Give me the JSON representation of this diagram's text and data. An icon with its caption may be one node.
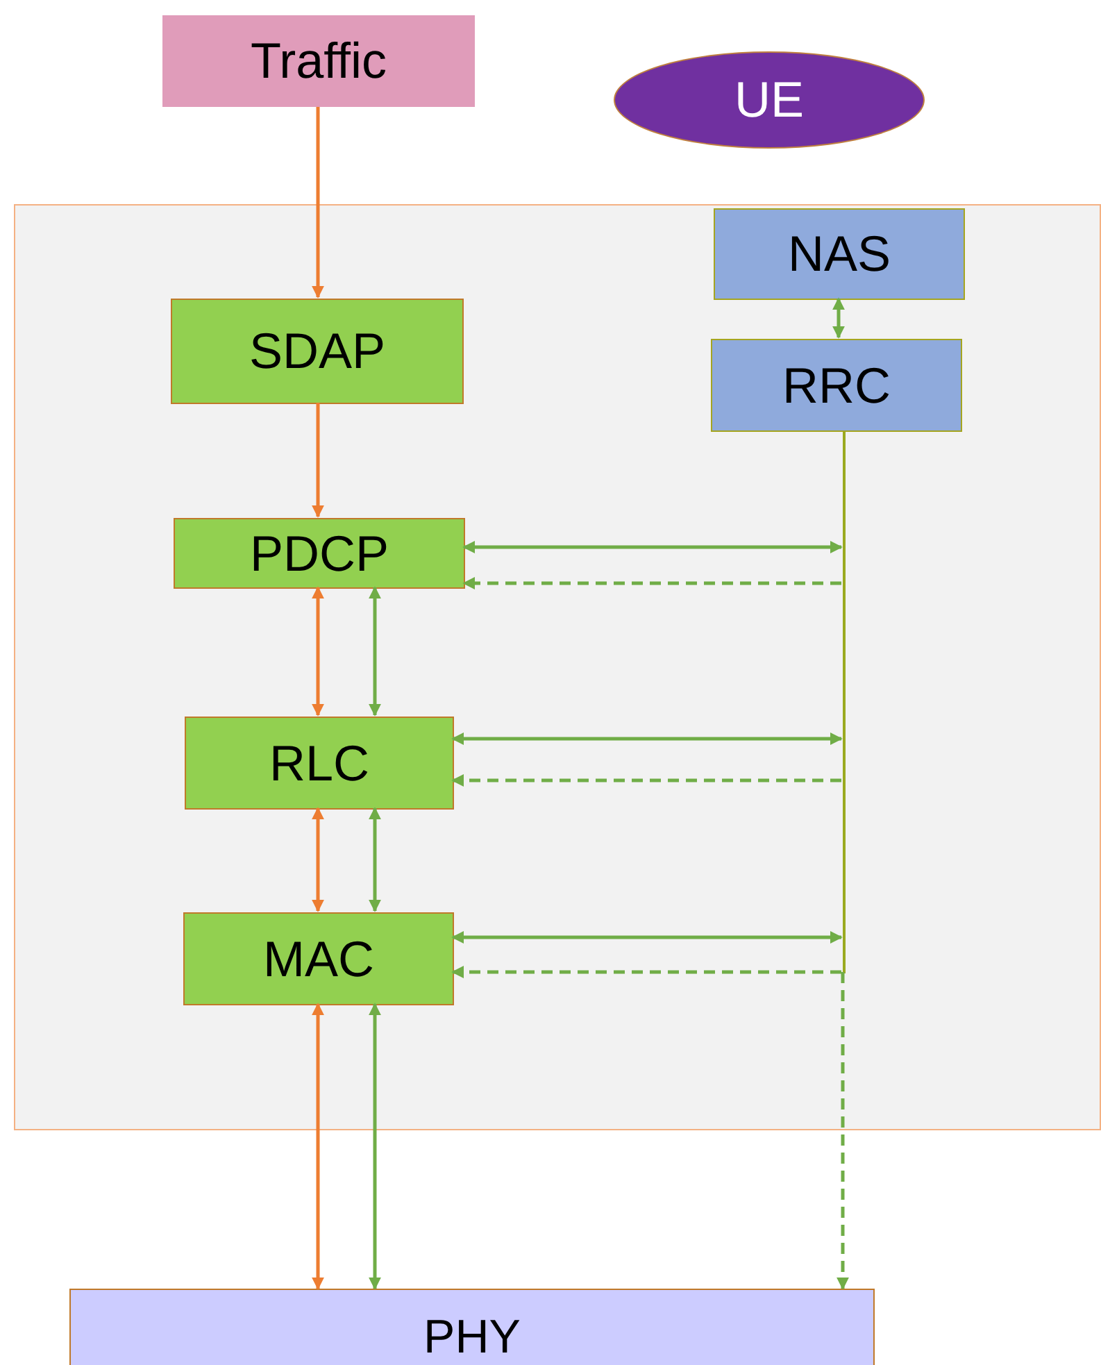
{
  "diagram": {
    "nodes": [
      {
        "text": [
          "Traffic"
        ]
      },
      {
        "text": [
          "UE"
        ]
      },
      {
        "text": [],
        "shape": "box"
      },
      {
        "text": [
          "NAS"
        ],
        "in": 2
      },
      {
        "text": [
          "SDAP"
        ],
        "in": 2
      },
      {
        "text": [
          "RRC"
        ],
        "in": 2
      },
      {
        "text": [
          "PDCP"
        ],
        "in": 2
      },
      {
        "text": [
          "RLC"
        ],
        "in": 2
      },
      {
        "text": [
          "MAC"
        ],
        "in": 2
      },
      {
        "text": [
          "PHY"
        ]
      },
      {
        "text": [],
        "shape": "bar",
        "in": 2
      }
    ],
    "edges": [
      {
        "from": 0,
        "to": 4,
        "arrow": "to",
        "color": "#ed7d31"
      },
      {
        "from": 4,
        "to": 6,
        "arrow": "to",
        "color": "#ed7d31"
      },
      {
        "from": 6,
        "to": 7,
        "arrow": "both",
        "color": "#ed7d31"
      },
      {
        "from": 6,
        "to": 7,
        "arrow": "both"
      },
      {
        "from": 7,
        "to": 8,
        "arrow": "both",
        "color": "#ed7d31"
      },
      {
        "from": 7,
        "to": 8,
        "arrow": "both"
      },
      {
        "from": 8,
        "to": 9,
        "arrow": "both",
        "color": "#ed7d31"
      },
      {
        "from": 8,
        "to": 9,
        "arrow": "both"
      },
      {
        "from": 3,
        "to": 5,
        "arrow": "both"
      },
      {
        "from": 6,
        "to": 10,
        "arrow": "both"
      },
      {
        "from": 10,
        "to": 6,
        "arrow": "to",
        "style": "dashed"
      },
      {
        "from": 7,
        "to": 10,
        "arrow": "both"
      },
      {
        "from": 10,
        "to": 7,
        "arrow": "to",
        "style": "dashed"
      },
      {
        "from": 8,
        "to": 10,
        "arrow": "both"
      },
      {
        "from": 10,
        "to": 8,
        "arrow": "to",
        "style": "dashed"
      },
      {
        "from": 10,
        "to": 9,
        "arrow": "to",
        "style": "dashed"
      }
    ]
  }
}
